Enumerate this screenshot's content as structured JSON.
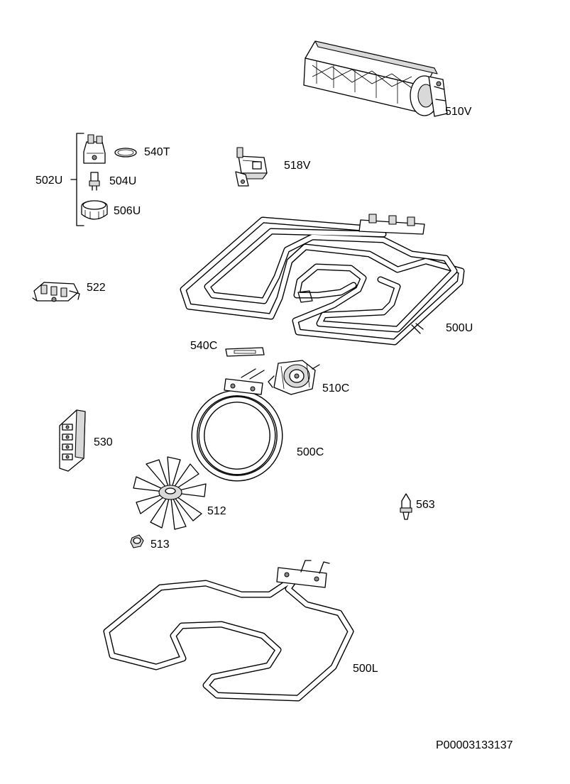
{
  "labels": {
    "p510V": "510V",
    "p540T": "540T",
    "p502U": "502U",
    "p504U": "504U",
    "p506U": "506U",
    "p518V": "518V",
    "p522": "522",
    "p500U": "500U",
    "p540C": "540C",
    "p510C": "510C",
    "p530": "530",
    "p500C": "500C",
    "p512": "512",
    "p563": "563",
    "p513": "513",
    "p500L": "500L"
  },
  "document_id": "P00003133137"
}
